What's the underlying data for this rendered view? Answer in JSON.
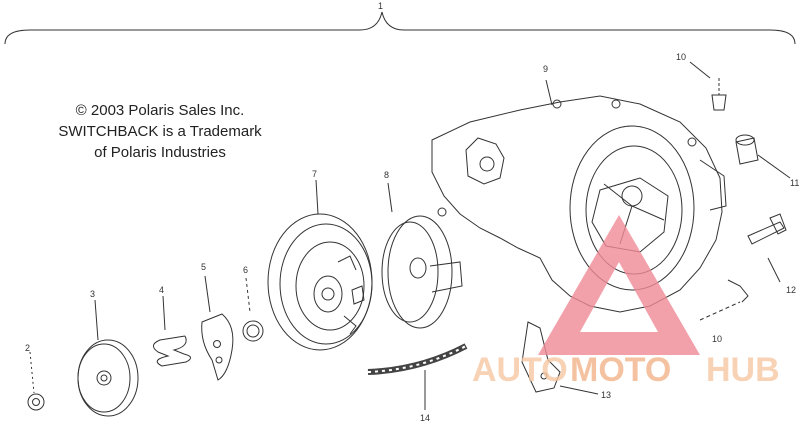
{
  "notice": {
    "copyright": "© 2003 Polaris Sales Inc.",
    "trademark_line1": "SWITCHBACK is a Trademark",
    "trademark_line2": "of Polaris Industries"
  },
  "callouts": {
    "assembly": "1",
    "c2": "2",
    "c3": "3",
    "c4": "4",
    "c5": "5",
    "c6": "6",
    "c7": "7",
    "c8": "8",
    "c9": "9",
    "c10a": "10",
    "c10b": "10",
    "c11": "11",
    "c12": "12",
    "c13": "13",
    "c14": "14"
  },
  "watermark": {
    "part1": "AUTO",
    "part2": "MOTO",
    "part3": "HUB",
    "color_light": "#f6c7a3",
    "color_mid": "#f2b48a",
    "color_triangle": "#f08a96"
  }
}
